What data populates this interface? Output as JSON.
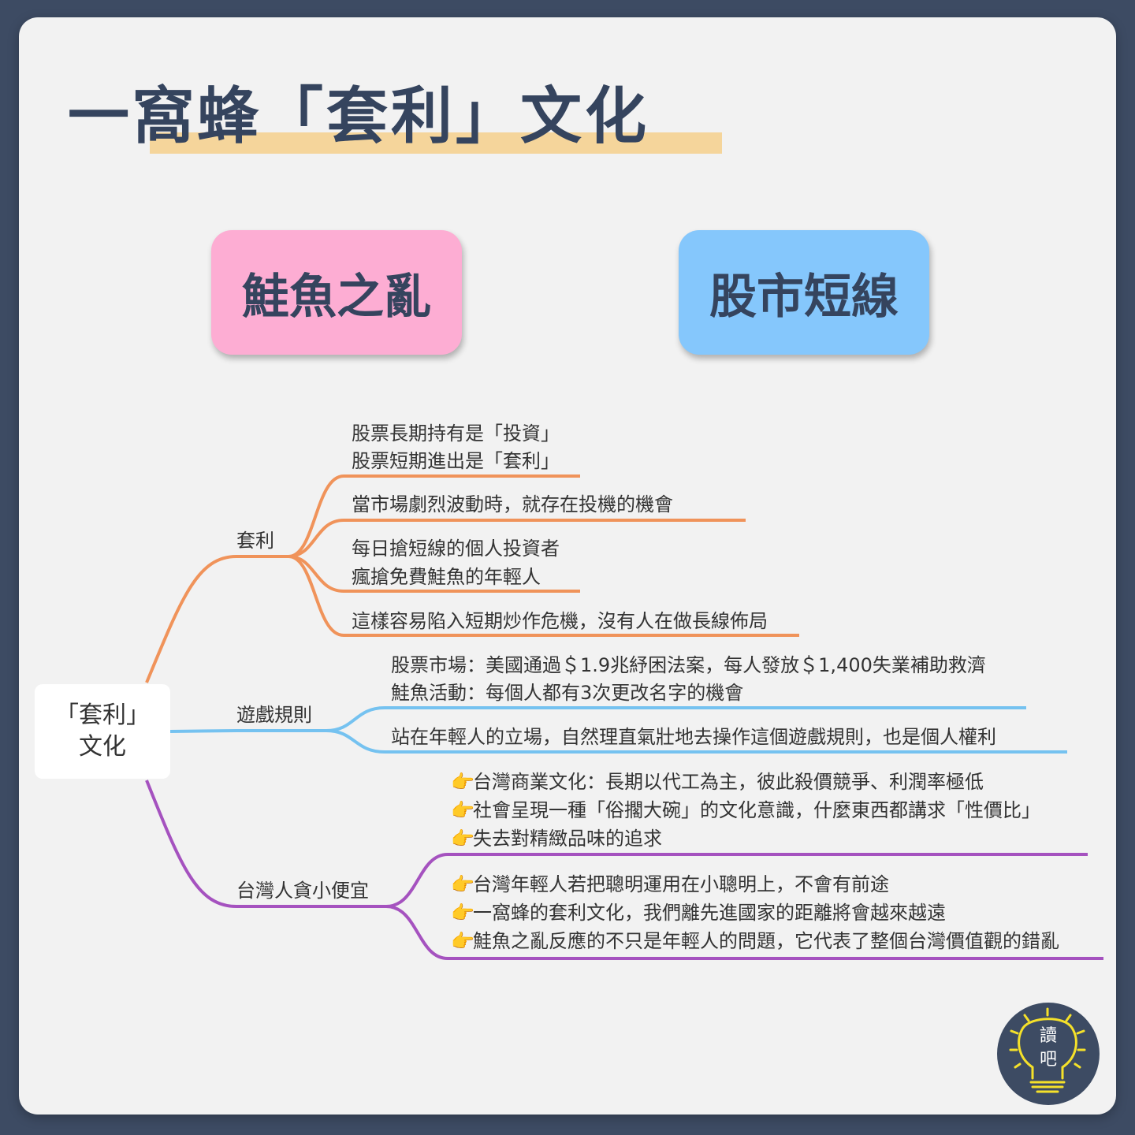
{
  "title": "一窩蜂「套利」文化",
  "tags": {
    "left": "鮭魚之亂",
    "right": "股市短線"
  },
  "root": {
    "line1": "「套利」",
    "line2": "文化"
  },
  "branches": {
    "arbitrage": {
      "label": "套利",
      "color": "#f0935a",
      "leaves": [
        [
          "股票長期持有是「投資」",
          "股票短期進出是「套利」"
        ],
        [
          "當市場劇烈波動時，就存在投機的機會"
        ],
        [
          "每日搶短線的個人投資者",
          "瘋搶免費鮭魚的年輕人"
        ],
        [
          "這樣容易陷入短期炒作危機，沒有人在做長線佈局"
        ]
      ]
    },
    "rules": {
      "label": "遊戲規則",
      "color": "#75c2f0",
      "leaves": [
        [
          "股票市場：美國通過＄1.9兆紓困法案，每人發放＄1,400失業補助救濟",
          "鮭魚活動：每個人都有3次更改名字的機會"
        ],
        [
          "站在年輕人的立場，自然理直氣壯地去操作這個遊戲規則，也是個人權利"
        ]
      ]
    },
    "taiwan": {
      "label": "台灣人貪小便宜",
      "color": "#a552bf",
      "bullet": "👉",
      "leaves": [
        [
          "台灣商業文化：長期以代工為主，彼此殺價競爭、利潤率極低",
          "社會呈現一種「俗擱大碗」的文化意識，什麼東西都講求「性價比」",
          "失去對精緻品味的追求"
        ],
        [
          "台灣年輕人若把聰明運用在小聰明上，不會有前途",
          "一窩蜂的套利文化，我們離先進國家的距離將會越來越遠",
          "鮭魚之亂反應的不只是年輕人的問題，它代表了整個台灣價值觀的錯亂"
        ]
      ]
    }
  },
  "logo": {
    "text": "讀吧",
    "bg": "#3d4b63",
    "bulb_color": "#f5e12a"
  }
}
